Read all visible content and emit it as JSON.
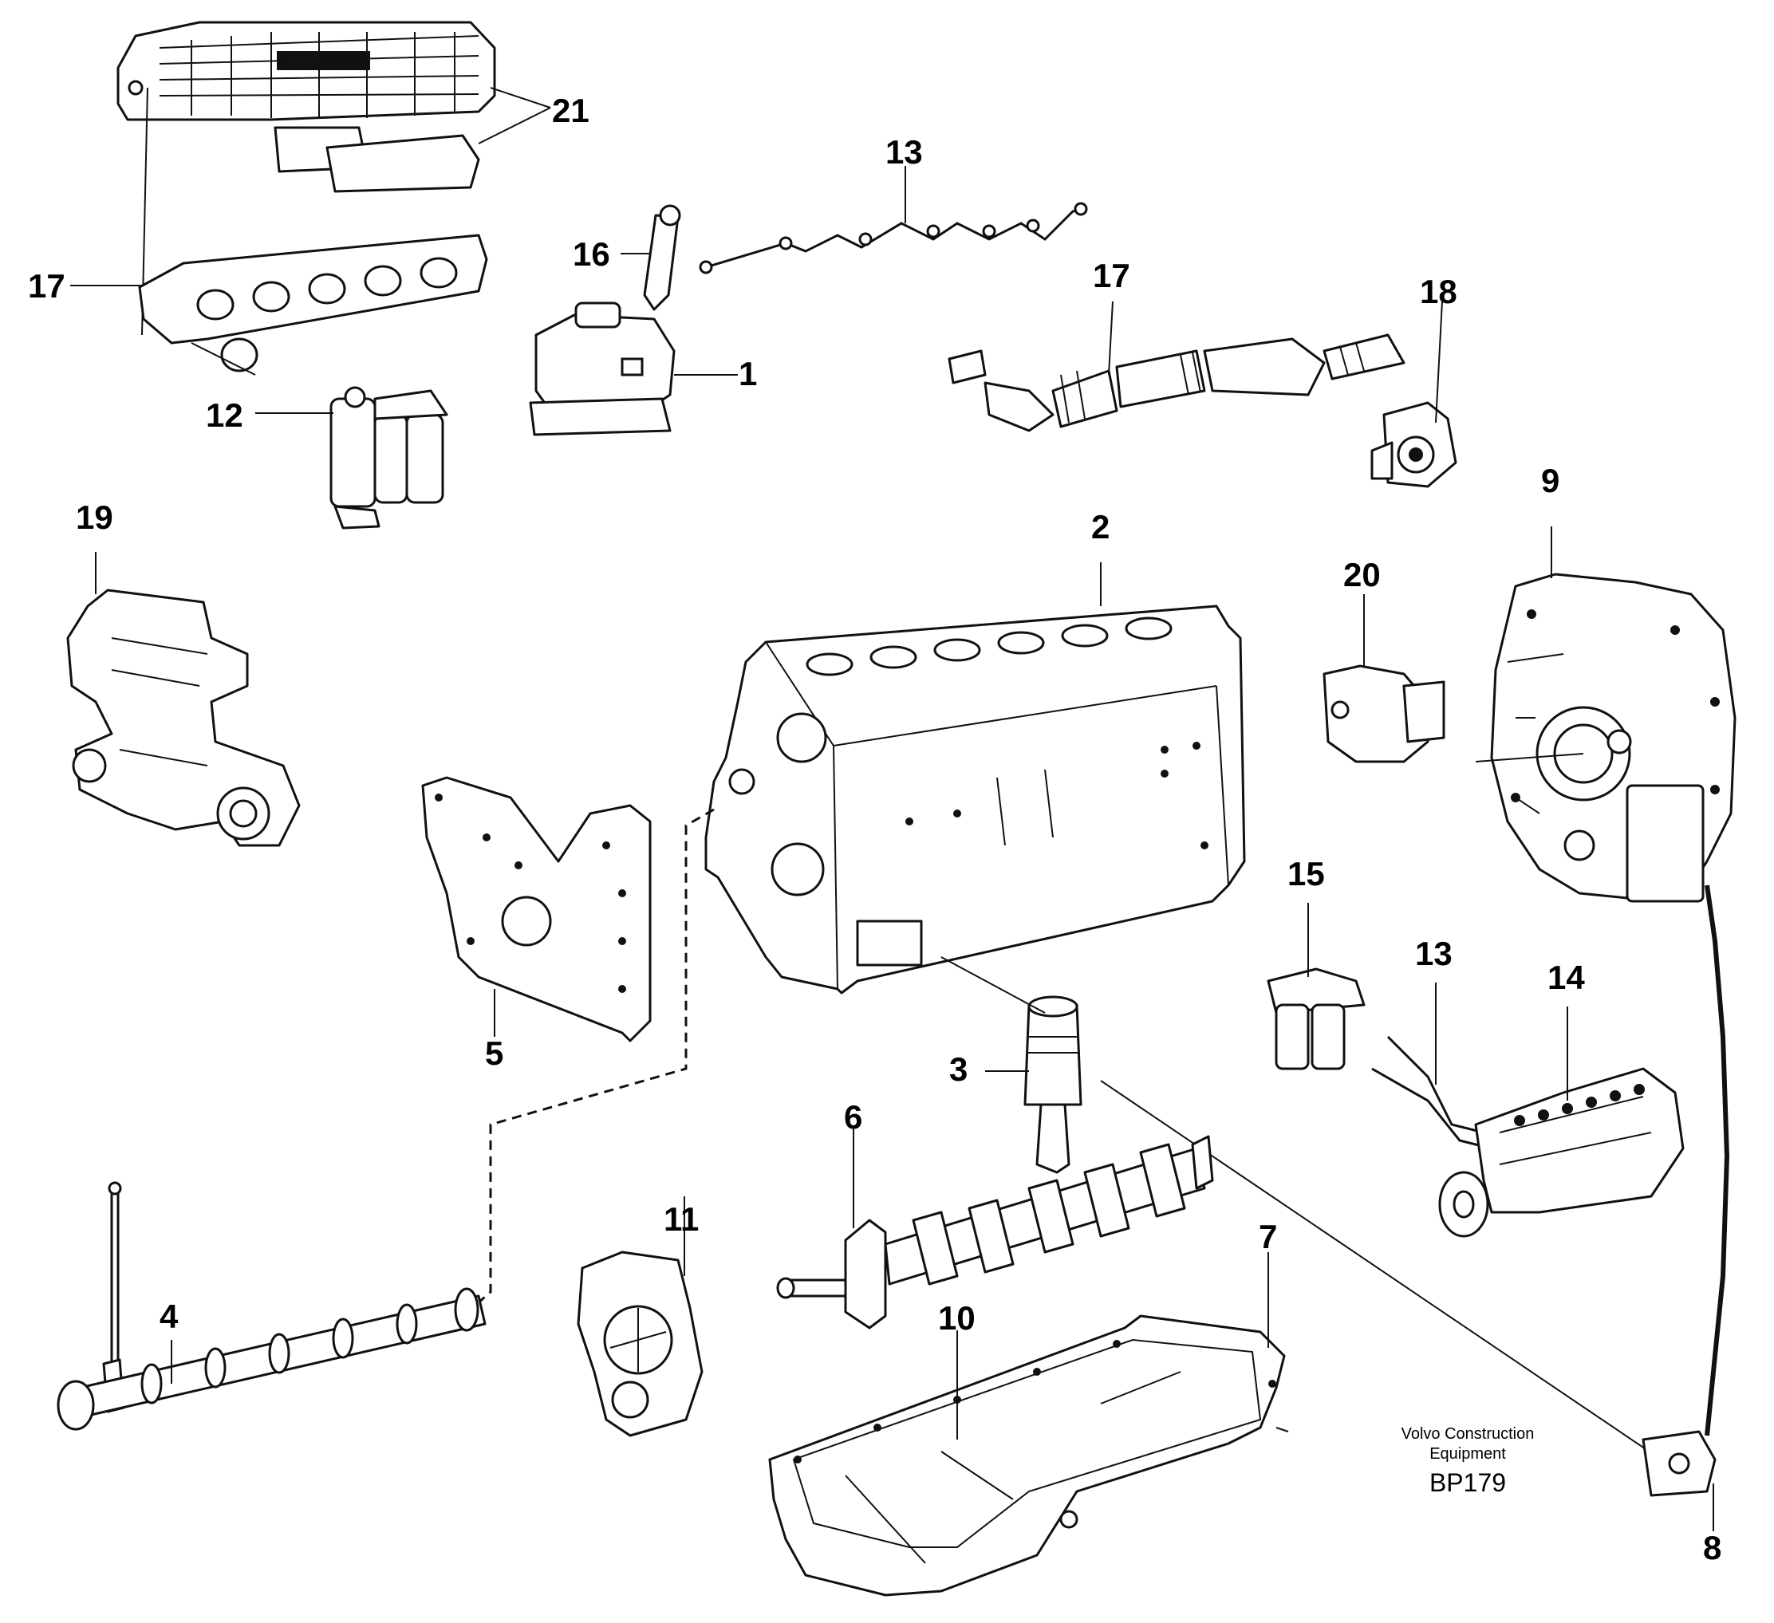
{
  "diagram": {
    "callouts": [
      {
        "id": "c1",
        "label": "1"
      },
      {
        "id": "c2",
        "label": "2"
      },
      {
        "id": "c3",
        "label": "3"
      },
      {
        "id": "c4",
        "label": "4"
      },
      {
        "id": "c5",
        "label": "5"
      },
      {
        "id": "c6",
        "label": "6"
      },
      {
        "id": "c7",
        "label": "7"
      },
      {
        "id": "c8",
        "label": "8"
      },
      {
        "id": "c9",
        "label": "9"
      },
      {
        "id": "c10",
        "label": "10"
      },
      {
        "id": "c11",
        "label": "11"
      },
      {
        "id": "c12",
        "label": "12"
      },
      {
        "id": "c13a",
        "label": "13"
      },
      {
        "id": "c13b",
        "label": "13"
      },
      {
        "id": "c14",
        "label": "14"
      },
      {
        "id": "c15",
        "label": "15"
      },
      {
        "id": "c16",
        "label": "16"
      },
      {
        "id": "c17a",
        "label": "17"
      },
      {
        "id": "c17b",
        "label": "17"
      },
      {
        "id": "c18",
        "label": "18"
      },
      {
        "id": "c19",
        "label": "19"
      },
      {
        "id": "c20",
        "label": "20"
      },
      {
        "id": "c21",
        "label": "21"
      }
    ],
    "credit": {
      "line1": "Volvo Construction",
      "line2": "Equipment",
      "code": "BP179"
    }
  }
}
